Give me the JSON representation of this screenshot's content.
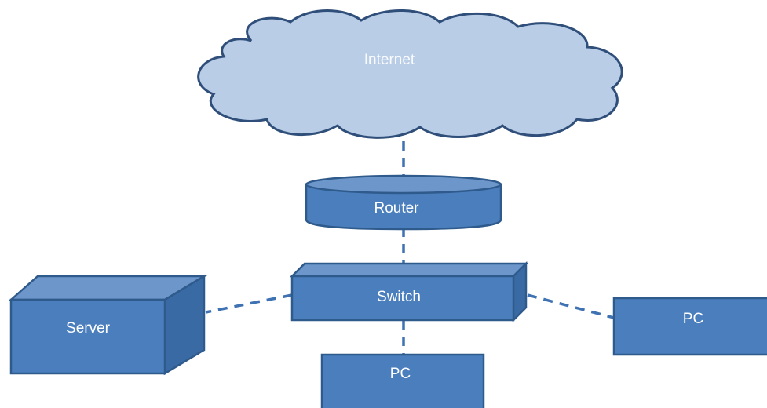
{
  "diagram": {
    "nodes": {
      "internet": {
        "label": "Internet"
      },
      "router": {
        "label": "Router"
      },
      "switch": {
        "label": "Switch"
      },
      "server": {
        "label": "Server"
      },
      "pc_bottom": {
        "label": "PC"
      },
      "pc_right": {
        "label": "PC"
      }
    },
    "links": [
      {
        "from": "internet",
        "to": "router",
        "style": "dashed"
      },
      {
        "from": "router",
        "to": "switch",
        "style": "dashed"
      },
      {
        "from": "switch",
        "to": "server",
        "style": "dashed"
      },
      {
        "from": "switch",
        "to": "pc_bottom",
        "style": "dashed"
      },
      {
        "from": "switch",
        "to": "pc_right",
        "style": "dashed"
      }
    ],
    "colors": {
      "node_fill": "#4a7ebd",
      "node_border": "#2f5a8c",
      "cloud_fill": "#b9cde6",
      "cloud_border": "#2f4f7a",
      "link": "#3f72b2"
    }
  }
}
